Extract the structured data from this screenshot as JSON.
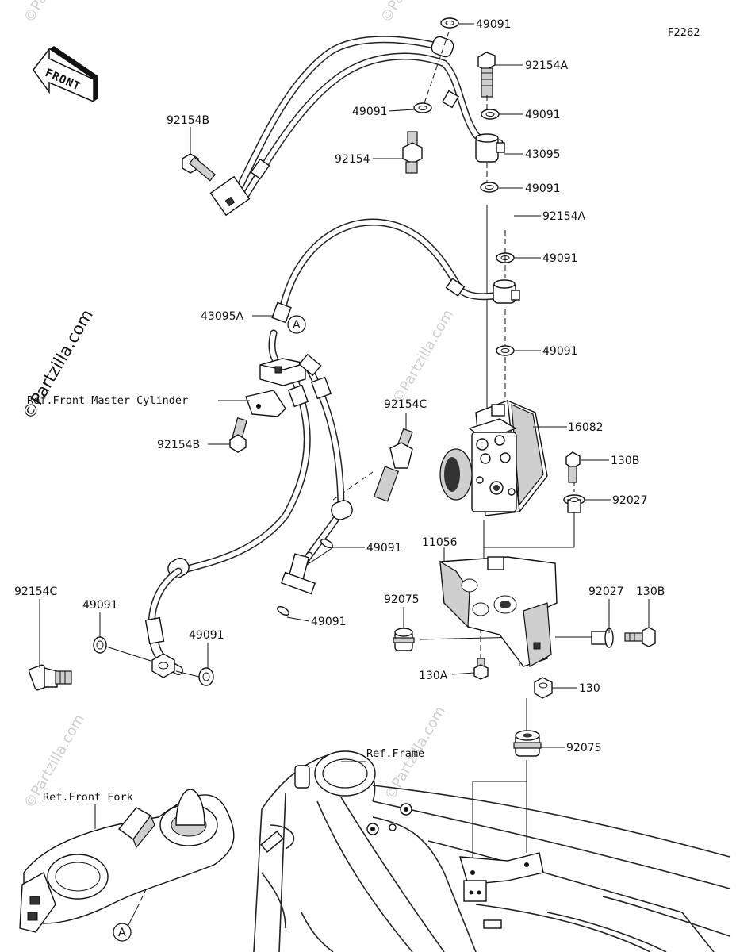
{
  "figure_code": "F2262",
  "front_arrow_text": "FRONT",
  "circle_ref": "A",
  "refs": {
    "master_cylinder": "Ref.Front Master Cylinder",
    "frame": "Ref.Frame",
    "front_fork": "Ref.Front Fork"
  },
  "watermark": "©Partzilla.com",
  "labels": {
    "w49091_top": "49091",
    "b92154A_top": "92154A",
    "w49091_upper_left": "49091",
    "w49091_a": "49091",
    "j43095": "43095",
    "b92154": "92154",
    "w49091_b": "49091",
    "b92154B_top": "92154B",
    "b92154A_mid": "92154A",
    "w49091_c": "49091",
    "h43095A": "43095A",
    "w49091_d": "49091",
    "abs16082": "16082",
    "b92154B_low": "92154B",
    "b92154C_mid": "92154C",
    "b130B_top": "130B",
    "d92027_top": "92027",
    "br11056": "11056",
    "w49091_e": "49091",
    "b92154C_left": "92154C",
    "w49091_f": "49091",
    "g92075_left": "92075",
    "d92027_right": "92027",
    "b130B_right": "130B",
    "w49091_g": "49091",
    "w49091_h": "49091",
    "b130A": "130A",
    "n130": "130",
    "g92075_low": "92075"
  }
}
